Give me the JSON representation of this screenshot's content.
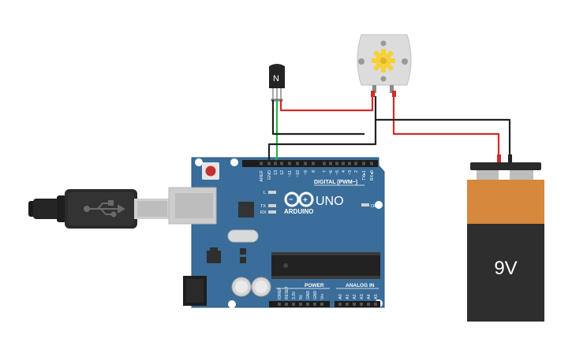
{
  "transistor": {
    "label": "N"
  },
  "arduino": {
    "header_top_pins": [
      "AREF",
      "GND",
      "13",
      "12",
      "~11",
      "~10",
      "~9",
      "8",
      "7",
      "~6",
      "~5",
      "4",
      "~3",
      "2",
      "TX▸1",
      "RX◂0"
    ],
    "digital_label": "DIGITAL (PWM~)",
    "logo_text": "ARDUINO",
    "model": "UNO",
    "led_l": "L",
    "led_tx": "TX",
    "led_rx": "RX",
    "led_on": "ON",
    "power_label": "POWER",
    "analog_label": "ANALOG IN",
    "power_pins": [
      "IOREF",
      "RESET",
      "3.3V",
      "5V",
      "GND",
      "GND",
      "Vin"
    ],
    "analog_pins": [
      "A0",
      "A1",
      "A2",
      "A3",
      "A4",
      "A5"
    ]
  },
  "battery": {
    "label": "9V"
  },
  "colors": {
    "board": "#3a6d99",
    "board_edge": "#2c5a82",
    "wire_red": "#d42a2a",
    "wire_black": "#222222",
    "wire_green": "#2bb24a",
    "battery_top": "#d6883c",
    "battery_bottom": "#2e2e2e",
    "motor_body": "#dcdcdc",
    "motor_gear": "#f7d13a"
  },
  "icons": [
    "usb-plug-icon",
    "usb-symbol-icon",
    "arduino-infinity-logo-icon",
    "gear-icon"
  ]
}
